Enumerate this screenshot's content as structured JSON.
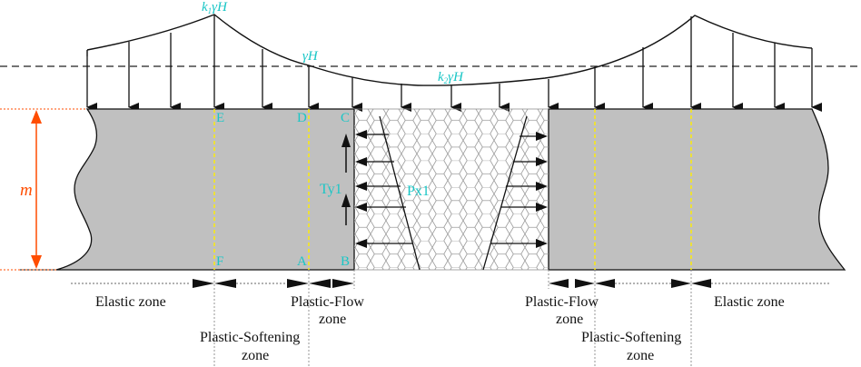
{
  "colors": {
    "accent_text": "#19c6c6",
    "height_marker": "#ff4d00",
    "zone_divider": "#ffee00",
    "rock_mass": "#c0c0c0",
    "outline": "#111111"
  },
  "load": {
    "peak_label_prefix": "k",
    "peak_label_sub": "1",
    "peak_label_main": "γH",
    "initial_label": "γH",
    "floor_label_prefix": "k",
    "floor_label_sub": "2",
    "floor_label_main": "γH"
  },
  "points": {
    "E": "E",
    "D": "D",
    "C": "C",
    "F": "F",
    "A": "A",
    "B": "B"
  },
  "height_label": "m",
  "forces": {
    "ty": "Ty1",
    "px": "Px1"
  },
  "zones": {
    "left_elastic": "Elastic zone",
    "left_plastic_flow_1": "Plastic-Flow",
    "left_plastic_flow_2": "zone",
    "left_plastic_softening_1": "Plastic-Softening",
    "left_plastic_softening_2": "zone",
    "right_plastic_flow_1": "Plastic-Flow",
    "right_plastic_flow_2": "zone",
    "right_plastic_softening_1": "Plastic-Softening",
    "right_plastic_softening_2": "zone",
    "right_elastic": "Elastic zone"
  }
}
